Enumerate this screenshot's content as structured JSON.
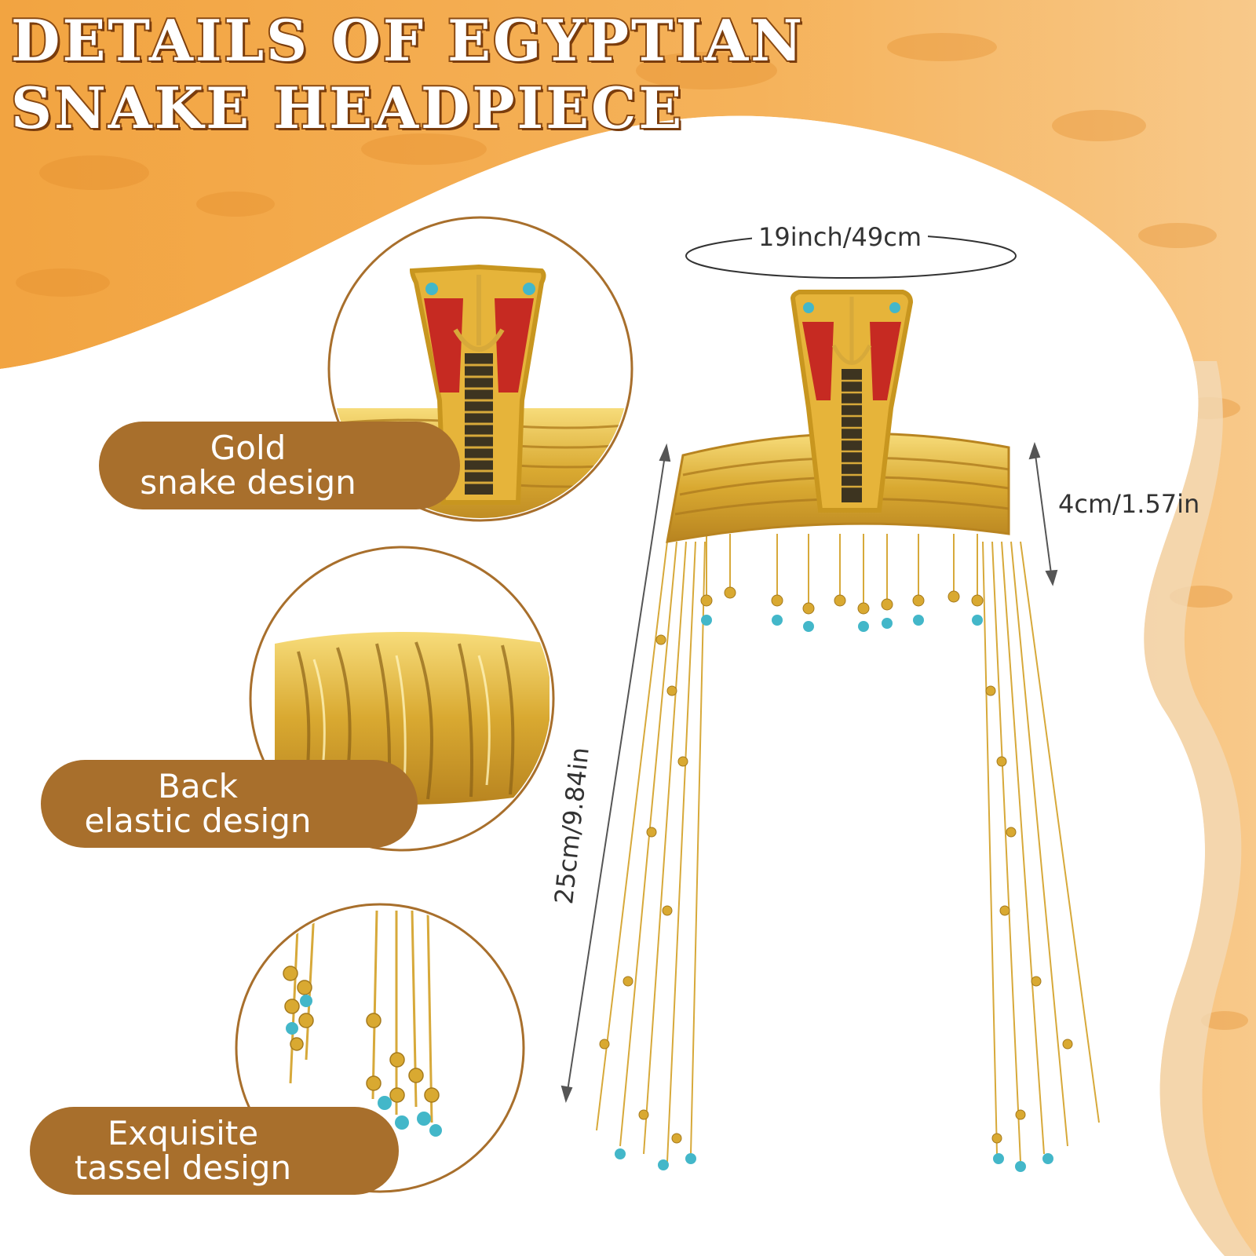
{
  "title": {
    "line1": "DETAILS OF EGYPTIAN",
    "line2": "SNAKE HEADPIECE"
  },
  "features": [
    {
      "line1": "Gold",
      "line2": "snake design"
    },
    {
      "line1": "Back",
      "line2": "elastic design"
    },
    {
      "line1": "Exquisite",
      "line2": "tassel design"
    }
  ],
  "dimensions": {
    "circumference": "19inch/49cm",
    "band_height": "4cm/1.57in",
    "tassel_length": "25cm/9.84in"
  },
  "colors": {
    "banner": "#f2a441",
    "pill": "#a86f2c",
    "gold": "#e0b43c",
    "turquoise": "#43b7c9",
    "snake_red": "#c62a22"
  }
}
